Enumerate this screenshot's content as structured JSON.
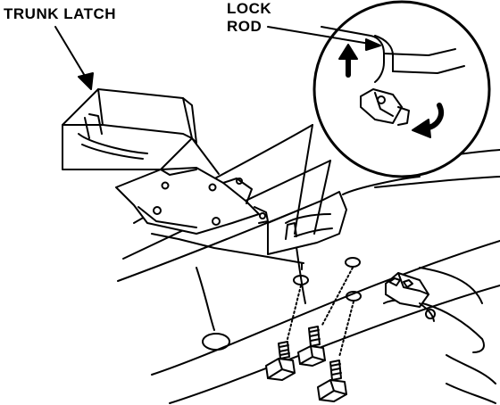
{
  "labels": {
    "trunk_latch": "TRUNK LATCH",
    "lock_rod_line1": "LOCK",
    "lock_rod_line2": "ROD"
  },
  "colors": {
    "ink": "#000000",
    "paper": "#ffffff"
  },
  "icons": {
    "direction_up": "arrow-up-icon",
    "direction_rotate": "curved-arrow-icon"
  }
}
